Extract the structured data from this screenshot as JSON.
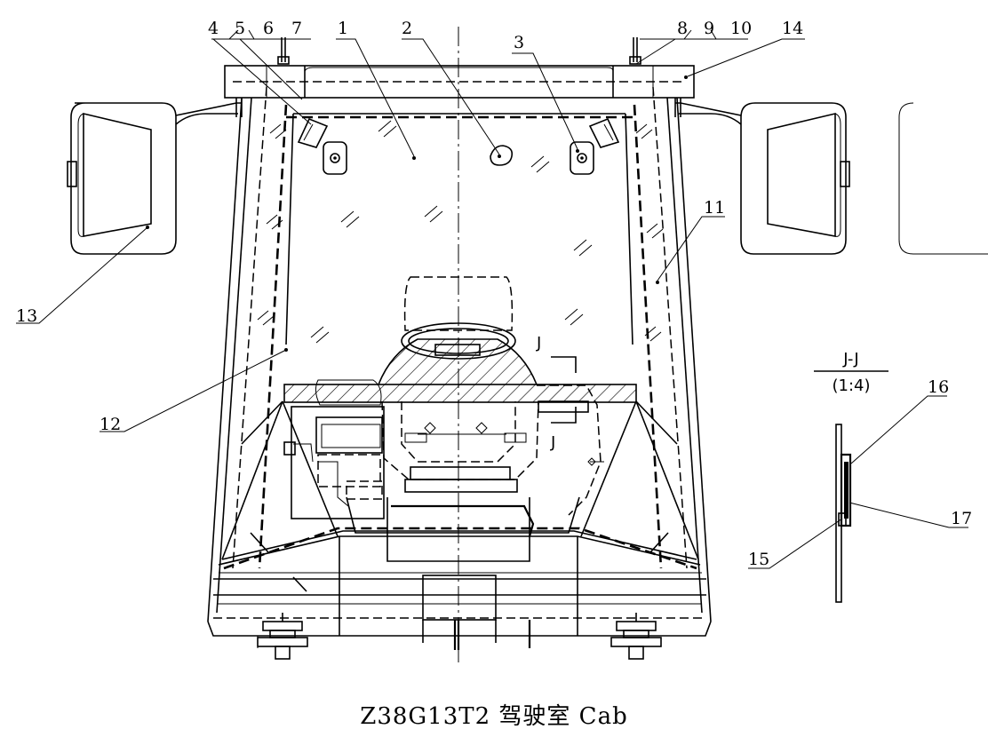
{
  "callouts": [
    {
      "id": "4",
      "text": "4"
    },
    {
      "id": "5",
      "text": "5"
    },
    {
      "id": "6",
      "text": "6"
    },
    {
      "id": "7",
      "text": "7"
    },
    {
      "id": "1",
      "text": "1"
    },
    {
      "id": "2",
      "text": "2"
    },
    {
      "id": "3",
      "text": "3"
    },
    {
      "id": "8",
      "text": "8"
    },
    {
      "id": "9",
      "text": "9"
    },
    {
      "id": "10",
      "text": "10"
    },
    {
      "id": "14",
      "text": "14"
    },
    {
      "id": "11",
      "text": "11"
    },
    {
      "id": "12",
      "text": "12"
    },
    {
      "id": "13",
      "text": "13"
    },
    {
      "id": "16",
      "text": "16"
    },
    {
      "id": "17",
      "text": "17"
    },
    {
      "id": "15",
      "text": "15"
    }
  ],
  "section": {
    "marker_top": "J",
    "marker_bottom": "J",
    "view_title": "J-J",
    "view_scale": "(1:4)"
  },
  "caption": "Z38G13T2  驾驶室   Cab"
}
